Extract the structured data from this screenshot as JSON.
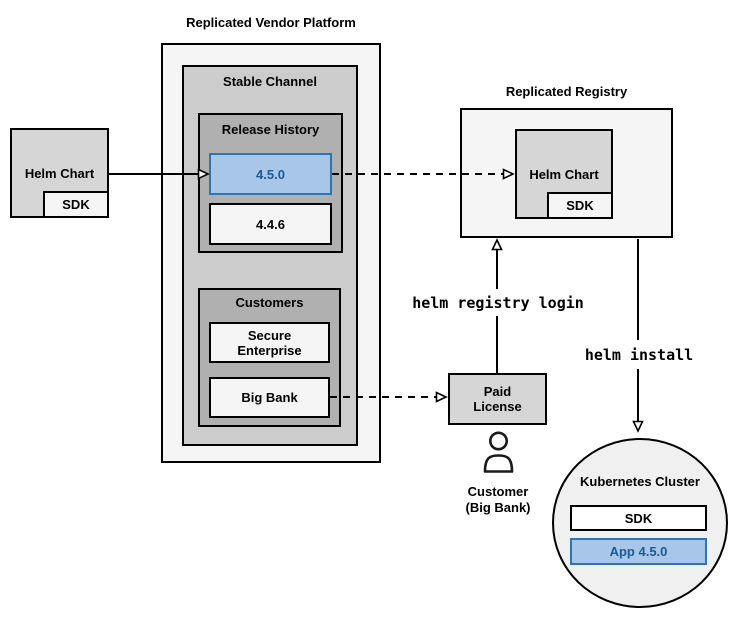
{
  "colors": {
    "blue_fill": "#a8c7e8",
    "blue_border": "#2e75b6",
    "blue_text": "#1c5a96",
    "gray_lightest": "#f5f5f5",
    "gray_light": "#cccccc",
    "gray_medium": "#b0b0b0",
    "gray_box": "#d6d6d6",
    "circle_fill": "#f0f0f0"
  },
  "vendor_platform": {
    "title": "Replicated Vendor Platform",
    "stable_channel": {
      "label": "Stable Channel",
      "release_history": {
        "label": "Release History",
        "releases": [
          {
            "version": "4.5.0",
            "highlighted": true
          },
          {
            "version": "4.4.6",
            "highlighted": false
          }
        ]
      },
      "customers": {
        "label": "Customers",
        "items": [
          "Secure Enterprise",
          "Big Bank"
        ]
      }
    }
  },
  "source_chart": {
    "label": "Helm Chart",
    "sdk": "SDK"
  },
  "registry": {
    "title": "Replicated Registry",
    "helm_chart": "Helm Chart",
    "sdk": "SDK"
  },
  "paid_license": {
    "label": "Paid License"
  },
  "customer": {
    "line1": "Customer",
    "line2": "(Big Bank)"
  },
  "commands": {
    "registry_login": "helm registry login",
    "install": "helm install"
  },
  "cluster": {
    "title": "Kubernetes Cluster",
    "sdk": "SDK",
    "app": "App 4.5.0"
  }
}
